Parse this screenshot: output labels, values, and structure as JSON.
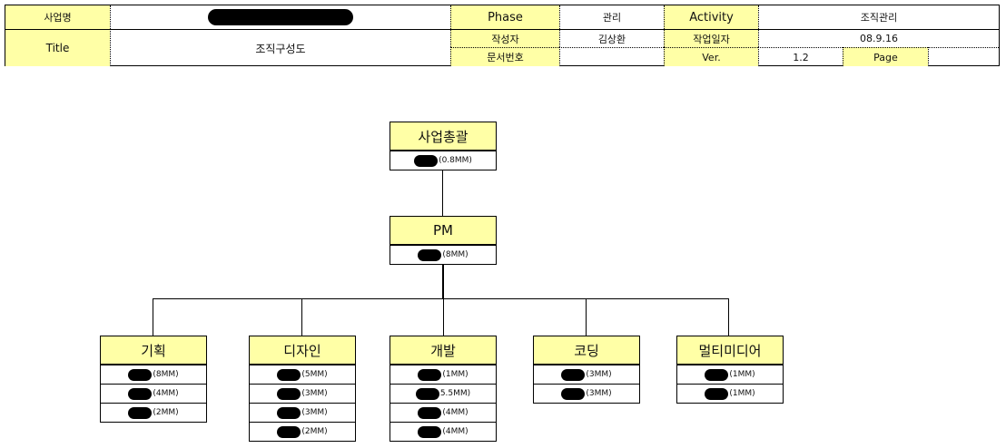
{
  "header": {
    "project_label": "사업명",
    "title_label": "Title",
    "title_value": "조직구성도",
    "phase_label": "Phase",
    "phase_value": "관리",
    "activity_label": "Activity",
    "activity_value": "조직관리",
    "author_label": "작성자",
    "author_value": "김상환",
    "date_label": "작업일자",
    "date_value": "08.9.16",
    "docno_label": "문서번호",
    "docno_value": "",
    "ver_label": "Ver.",
    "ver_value": "1.2",
    "page_label": "Page",
    "page_value": ""
  },
  "org": {
    "top": {
      "title": "사업총괄",
      "rows": [
        "(0.8MM)"
      ]
    },
    "pm": {
      "title": "PM",
      "rows": [
        "(8MM)"
      ]
    },
    "teams": [
      {
        "title": "기획",
        "rows": [
          "(8MM)",
          "(4MM)",
          "(2MM)"
        ]
      },
      {
        "title": "디자인",
        "rows": [
          "(5MM)",
          "(3MM)",
          "(3MM)",
          "(2MM)"
        ]
      },
      {
        "title": "개발",
        "rows": [
          "(1MM)",
          "5.5MM)",
          "(4MM)",
          "(4MM)"
        ]
      },
      {
        "title": "코딩",
        "rows": [
          "(3MM)",
          "(3MM)"
        ]
      },
      {
        "title": "멀티미디어",
        "rows": [
          "(1MM)",
          "(1MM)"
        ]
      }
    ]
  }
}
